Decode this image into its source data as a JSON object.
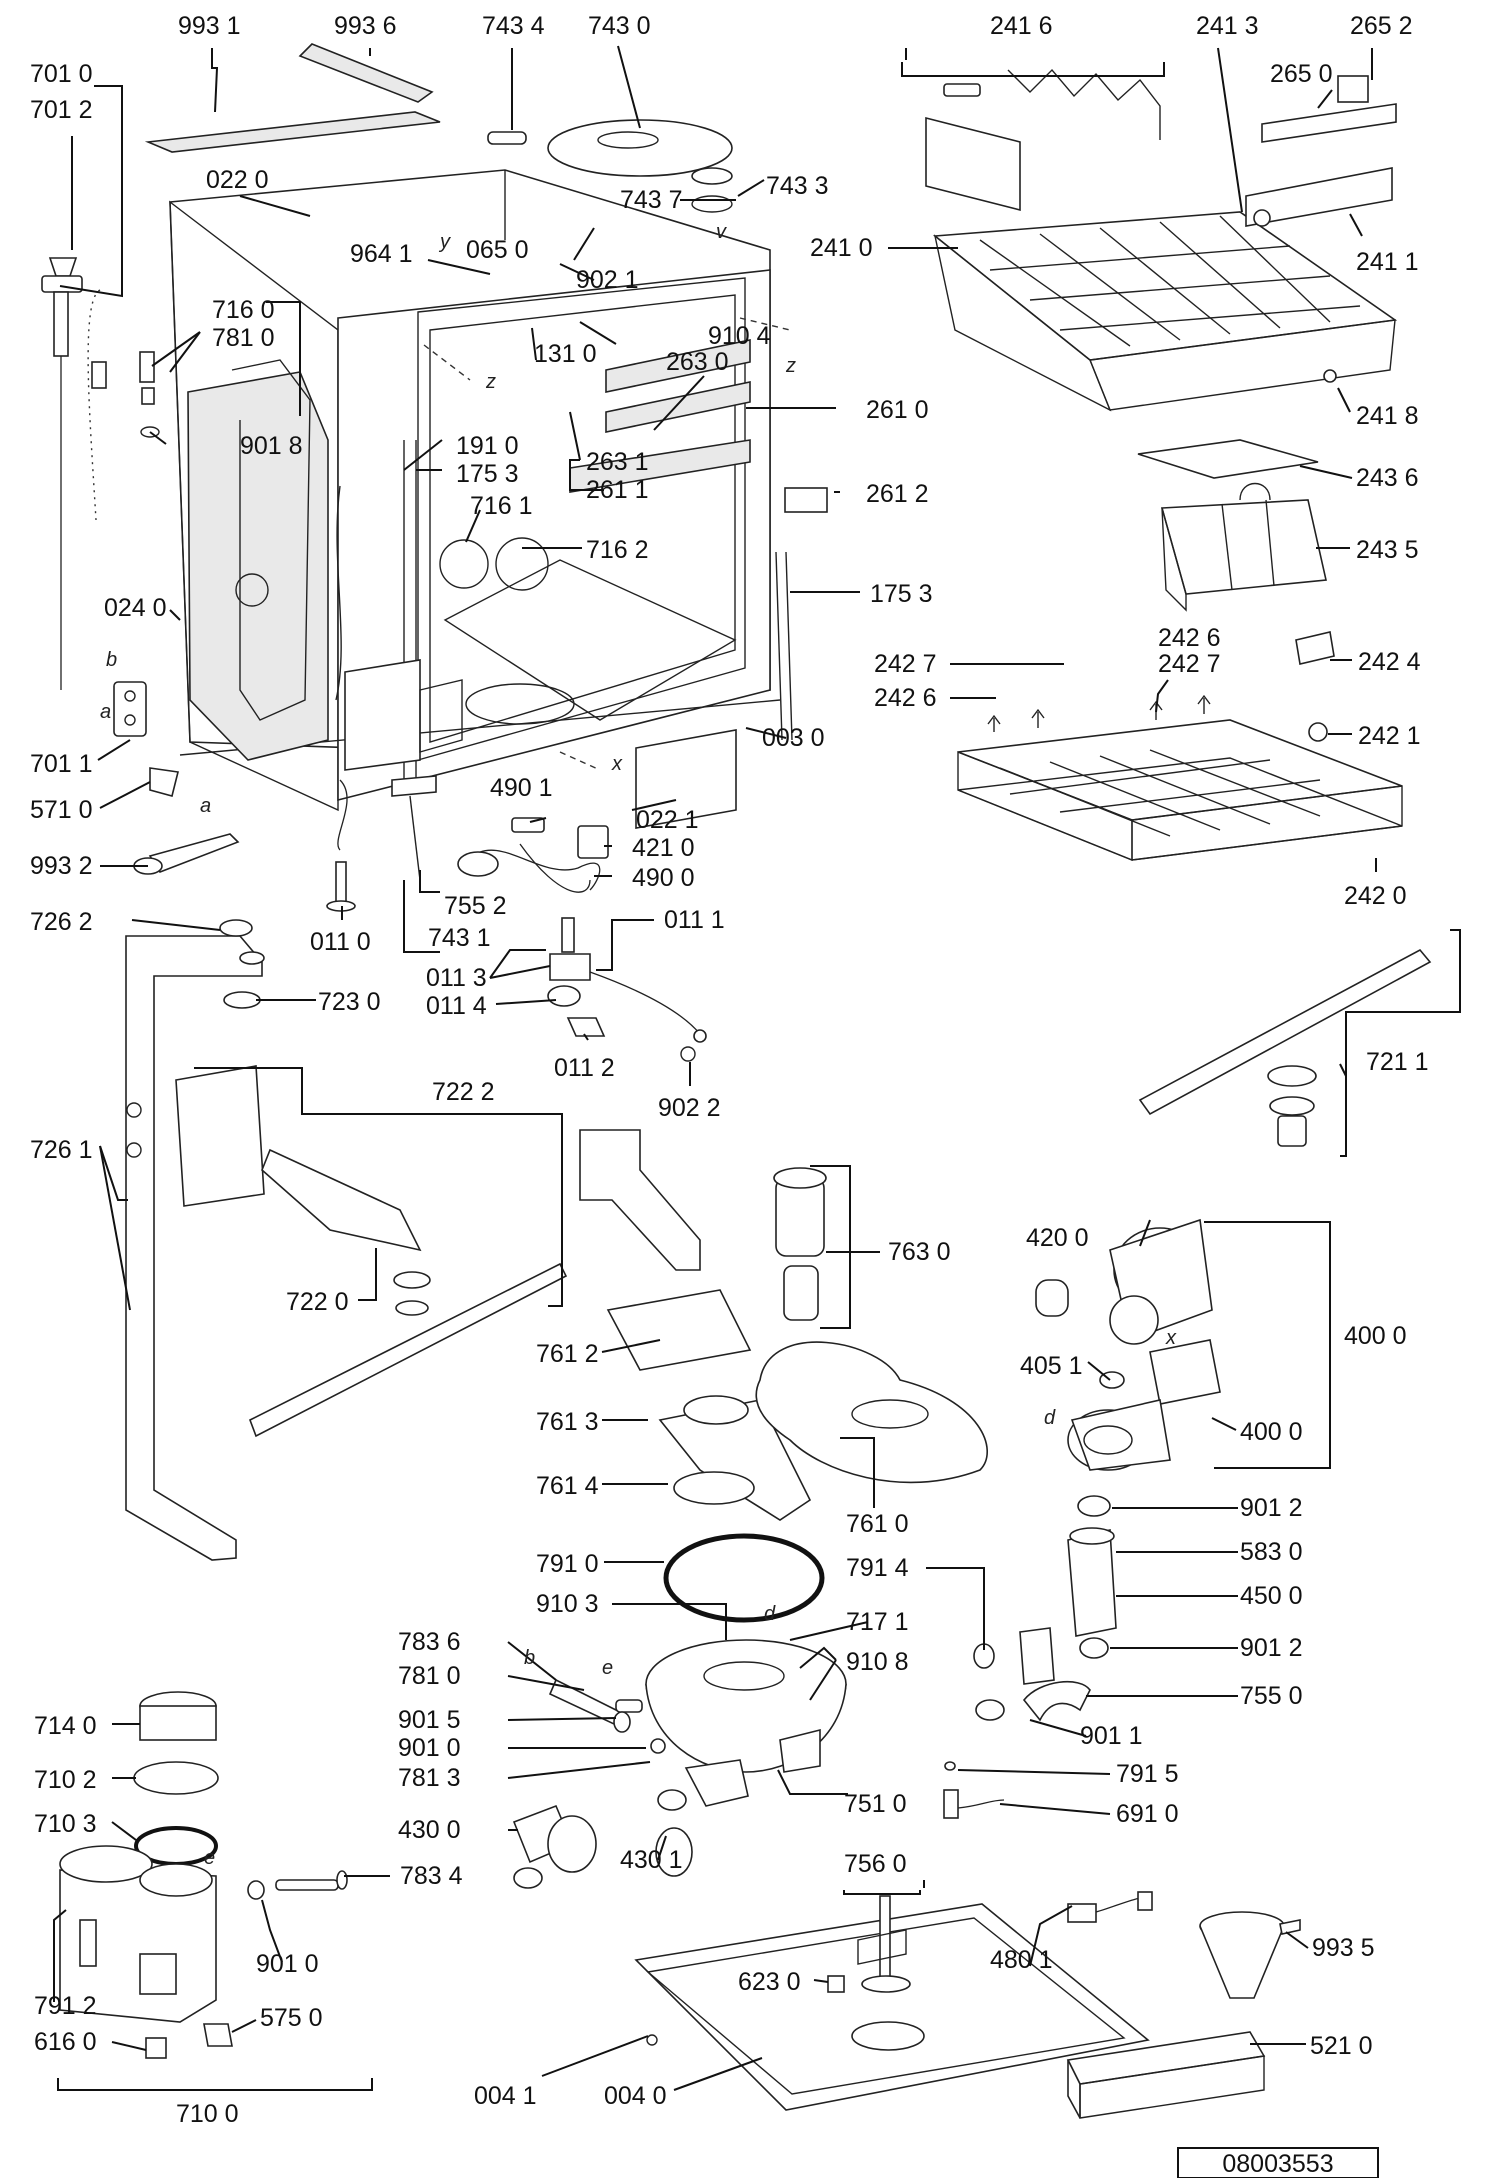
{
  "diagram_id": "08003553",
  "labels": {
    "l9931": "993 1",
    "l9936": "993 6",
    "l7434": "743 4",
    "l7430": "743 0",
    "l7010": "701 0",
    "l7012": "701 2",
    "l0220": "022 0",
    "l7437": "743 7",
    "l7433": "743 3",
    "l0650": "065 0",
    "l9641": "964 1",
    "l9021": "902 1",
    "l9104": "910 4",
    "l1310": "131 0",
    "l2630": "263 0",
    "l7160": "716 0",
    "l7810a": "781 0",
    "l9018": "901 8",
    "l1910": "191 0",
    "l1753a": "175 3",
    "l2631": "263 1",
    "l2611": "261 1",
    "l2610": "261 0",
    "l2612": "261 2",
    "l7161": "716 1",
    "l7162": "716 2",
    "l1753b": "175 3",
    "l0240": "024 0",
    "l0030": "003 0",
    "l7011": "701 1",
    "l5710": "571 0",
    "l9932": "993 2",
    "l4901": "490 1",
    "l4210": "421 0",
    "l4900": "490 0",
    "l0221": "022 1",
    "l7552": "755 2",
    "l7431": "743 1",
    "l0110": "011 0",
    "l0111": "011 1",
    "l0113": "011 3",
    "l0114": "011 4",
    "l0112": "011 2",
    "l9022": "902 2",
    "l7262": "726 2",
    "l7230": "723 0",
    "l7222": "722 2",
    "l7261": "726 1",
    "l7220": "722 0",
    "l2416": "241 6",
    "l2413": "241 3",
    "l2652": "265 2",
    "l2650": "265 0",
    "l2410": "241 0",
    "l2411": "241 1",
    "l2418": "241 8",
    "l2436": "243 6",
    "l2435": "243 5",
    "l2427a": "242 7",
    "l2426a": "242 6",
    "l2426b": "242 6",
    "l2427b": "242 7",
    "l2424": "242 4",
    "l2421": "242 1",
    "l2420": "242 0",
    "l7211": "721 1",
    "l7630": "763 0",
    "l7612": "761 2",
    "l7613": "761 3",
    "l7614": "761 4",
    "l7610": "761 0",
    "l7910": "791 0",
    "l4200": "420 0",
    "l4000a": "400 0",
    "l4051": "405 1",
    "l4000b": "400 0",
    "l9012a": "901 2",
    "l5830": "583 0",
    "l4500": "450 0",
    "l9012b": "901 2",
    "l7550": "755 0",
    "l9011": "901 1",
    "l7914": "791 4",
    "l9103": "910 3",
    "l7171": "717 1",
    "l9108": "910 8",
    "l7836": "783 6",
    "l7810b": "781 0",
    "l9015": "901 5",
    "l9010a": "901 0",
    "l7813": "781 3",
    "l4300": "430 0",
    "l4301": "430 1",
    "l7510": "751 0",
    "l7915": "791 5",
    "l6910": "691 0",
    "l7140": "714 0",
    "l7102": "710 2",
    "l7103": "710 3",
    "l7834": "783 4",
    "l9010b": "901 0",
    "l7912": "791 2",
    "l6160": "616 0",
    "l5750": "575 0",
    "l7100": "710 0",
    "l7560": "756 0",
    "l4801": "480 1",
    "l6230": "623 0",
    "l9935": "993 5",
    "l5210": "521 0",
    "l0041": "004 1",
    "l0040": "004 0"
  },
  "letters": {
    "a1": "a",
    "b1": "b",
    "a2": "a",
    "x1": "x",
    "z1": "z",
    "z2": "z",
    "x2": "x",
    "d1": "d",
    "d2": "d",
    "b2": "b",
    "e1": "e",
    "e2": "e",
    "y1": "y",
    "v1": "v"
  }
}
